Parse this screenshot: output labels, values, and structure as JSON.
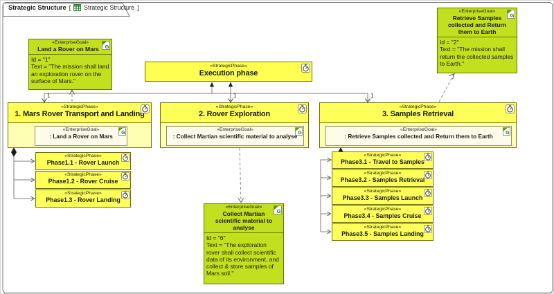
{
  "frame": {
    "title": "Strategic Structure",
    "open_bracket": "[",
    "ref_name": "Strategic Structure",
    "close_bracket": "]"
  },
  "execution": {
    "stereotype": "«StrategicPhase»",
    "name": "Execution phase"
  },
  "goals": {
    "land": {
      "stereotype": "«EnterpriseGoal»",
      "name": "Land a Rover on Mars",
      "id_line": "Id = \"1\"",
      "text_line": "Text = \"The mission shall land an exploration rover on the surface of Mars.\""
    },
    "retrieve": {
      "stereotype": "«EnterpriseGoal»",
      "name": "Retrieve Samples collected and Return them to Earth",
      "id_line": "Id = \"2\"",
      "text_line": "Text = \"The mission shall return the collected samples to Earth.\""
    },
    "collect": {
      "stereotype": "«EnterpriseGoal»",
      "name": "Collect Martian scientific material  to analyse",
      "id_line": "Id = \"6\"",
      "text_line": "Text = \"The exploration rover shall collect scientific data of its environment, and collect & store samples of Mars soil.\""
    }
  },
  "phases": [
    {
      "stereotype": "«StrategicPhase»",
      "name": "1. Mars Rover Transport and Landing",
      "goal": {
        "stereotype": "«EnterpriseGoal»",
        "name": ": Land a Rover on Mars"
      }
    },
    {
      "stereotype": "«StrategicPhase»",
      "name": "2. Rover Exploration",
      "goal": {
        "stereotype": "«EnterpriseGoal»",
        "name": ": Collect Martian scientific material  to analyse"
      }
    },
    {
      "stereotype": "«StrategicPhase»",
      "name": "3. Samples Retrieval",
      "goal": {
        "stereotype": "«EnterpriseGoal»",
        "name": ": Retrieve Samples collected and Return them to Earth"
      }
    }
  ],
  "subphases1": [
    {
      "stereotype": "«StrategicPhase»",
      "name": "Phase1.1 - Rover Launch"
    },
    {
      "stereotype": "«StrategicPhase»",
      "name": "Phase1.2 - Rover Cruise"
    },
    {
      "stereotype": "«StrategicPhase»",
      "name": "Phase1.3 - Rover Landing"
    }
  ],
  "subphases3": [
    {
      "stereotype": "«StrategicPhase»",
      "name": "Phase3.1 - Travel to Samples"
    },
    {
      "stereotype": "«StrategicPhase»",
      "name": "Phase3.2 - Samples Retrieval"
    },
    {
      "stereotype": "«StrategicPhase»",
      "name": "Phase3.3 - Samples Launch"
    },
    {
      "stereotype": "«StrategicPhase»",
      "name": "Phase3.4 - Samples Cruise"
    },
    {
      "stereotype": "«StrategicPhase»",
      "name": "Phase3.5 - Samples Landing"
    }
  ],
  "connectors": {
    "multiplicity_phase1": "1",
    "multiplicity_phase2": "1",
    "multiplicity_phase3": "1"
  },
  "icons": {
    "goal": "goal-icon",
    "phase": "stopwatch-icon",
    "tab": "diagram-table-icon"
  },
  "colors": {
    "goal_fill": "#c3e01e",
    "goal_border": "#5d7400",
    "phase_header_fill": "#ffff5a",
    "phase_body_fill": "#ffffb4",
    "subphase_fill": "#ffff5a",
    "nested_goal_fill": "#fdfbe9",
    "phase_border": "#6c6c00",
    "connector_line": "#7d7d7d",
    "frame_line": "#777777"
  }
}
